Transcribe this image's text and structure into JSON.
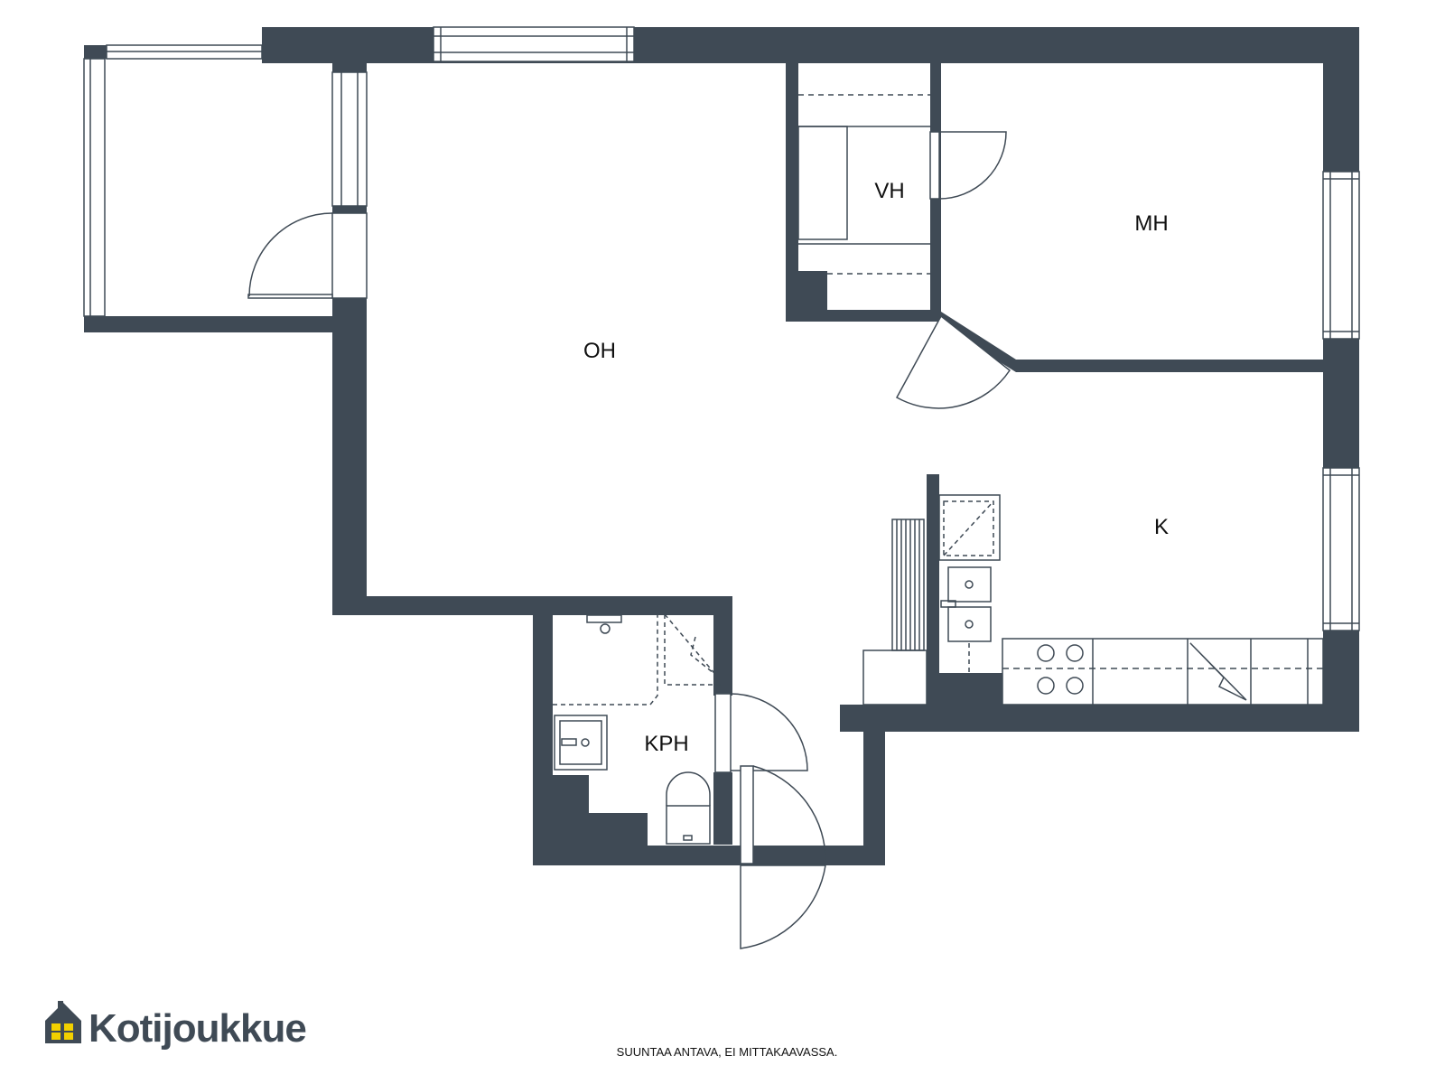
{
  "floorplan": {
    "rooms": [
      {
        "id": "oh",
        "label": "OH"
      },
      {
        "id": "vh",
        "label": "VH"
      },
      {
        "id": "mh",
        "label": "MH"
      },
      {
        "id": "k",
        "label": "K"
      },
      {
        "id": "kph",
        "label": "KPH"
      }
    ]
  },
  "branding": {
    "name": "Kotijoukkue"
  },
  "disclaimer": "SUUNTAA ANTAVA, EI MITTAKAAVASSA.",
  "colors": {
    "wall": "#3f4a55",
    "logo_accent": "#f2d100"
  }
}
